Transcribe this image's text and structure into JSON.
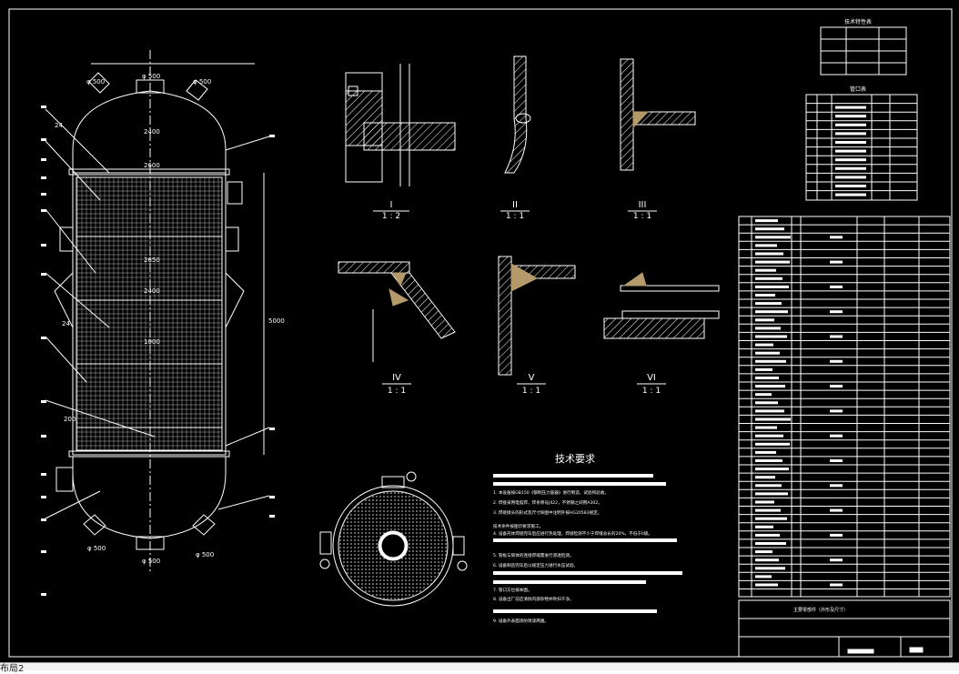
{
  "sheet": {
    "tech_char_title": "技术特性表",
    "nozzle_title": "管口表",
    "tech_req_title": "技术要求",
    "title_block_name": "主要零部件（外形及尺寸）"
  },
  "details": [
    {
      "roman": "I",
      "scale": "1 : 2"
    },
    {
      "roman": "II",
      "scale": "1 : 1"
    },
    {
      "roman": "III",
      "scale": "1 : 1"
    },
    {
      "roman": "IV",
      "scale": "1 : 1"
    },
    {
      "roman": "V",
      "scale": "1 : 1"
    },
    {
      "roman": "VI",
      "scale": "1 : 1"
    }
  ],
  "dimensions": {
    "d_top": "2400",
    "d_shell": "2600",
    "d_mid": "2650",
    "d_inner": "2400",
    "d_tube": "1000",
    "len_5000": "5000",
    "len_200": "200",
    "len_24a": "24",
    "len_24b": "24",
    "noz_500a": "φ 500",
    "noz_500b": "φ 500",
    "noz_500c": "φ 500",
    "noz_500d": "φ 500",
    "noz_500e": "φ 500",
    "noz_500f": "φ 500"
  },
  "req_lines": [
    "1. 本设备按GB150《钢制压力容器》进行制造、试验和验收。",
    "2. 焊接采用电弧焊，焊条牌号J422，不锈钢之间用A302。",
    "3. 焊接接头的形式及尺寸除图中注明外按HG20583规定。",
    "技术条件按图示要求施工。",
    "4. 设备壳体焊接完毕后应进行热处理，焊接检测不少于焊缝总长的20%，不低于II级。",
    "5. 管板与筒体的连接焊缝需进行渗透检测。",
    "6. 设备制造完毕后以规定压力进行水压试验。",
    "7. 管口方位按本图。",
    "8. 设备出厂前应清除内部杂物并吹扫干净。",
    "9. 设备外表面涂防锈漆两遍。"
  ],
  "footer": {
    "layout_tab": "布局2"
  }
}
